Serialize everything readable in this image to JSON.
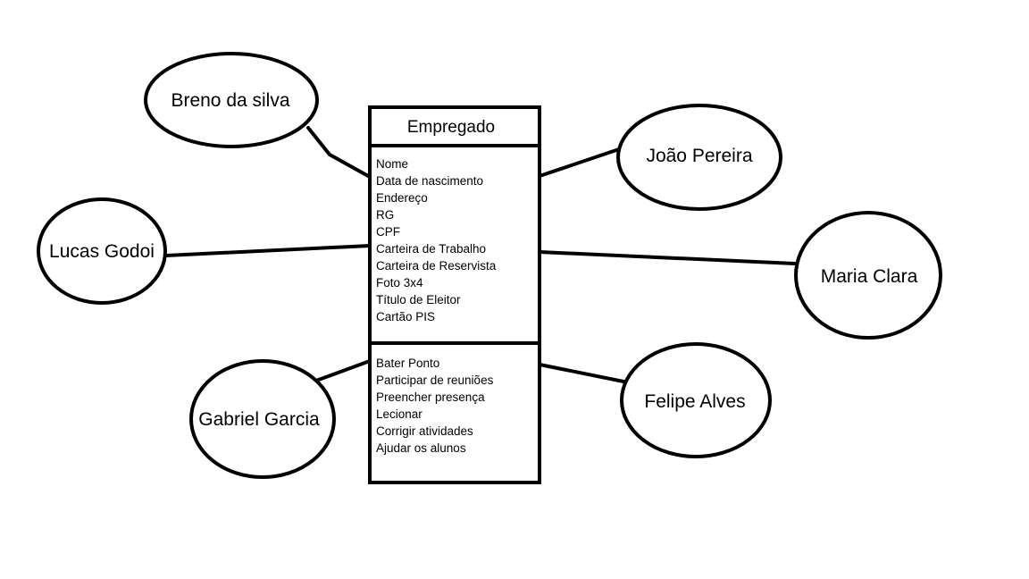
{
  "class_box": {
    "title": "Empregado",
    "attributes": [
      "Nome",
      "Data de nascimento",
      "Endereço",
      "RG",
      "CPF",
      "Carteira de Trabalho",
      "Carteira de Reservista",
      "Foto 3x4",
      "Título de Eleitor",
      "Cartão PIS"
    ],
    "methods": [
      "Bater Ponto",
      "Participar de reuniões",
      "Preencher presença",
      "Lecionar",
      "Corrigir atividades",
      "Ajudar os alunos"
    ]
  },
  "people": [
    "Breno da silva",
    "João Pereira",
    "Lucas Godoi",
    "Maria Clara",
    "Gabriel Garcia",
    "Felipe Alves"
  ]
}
